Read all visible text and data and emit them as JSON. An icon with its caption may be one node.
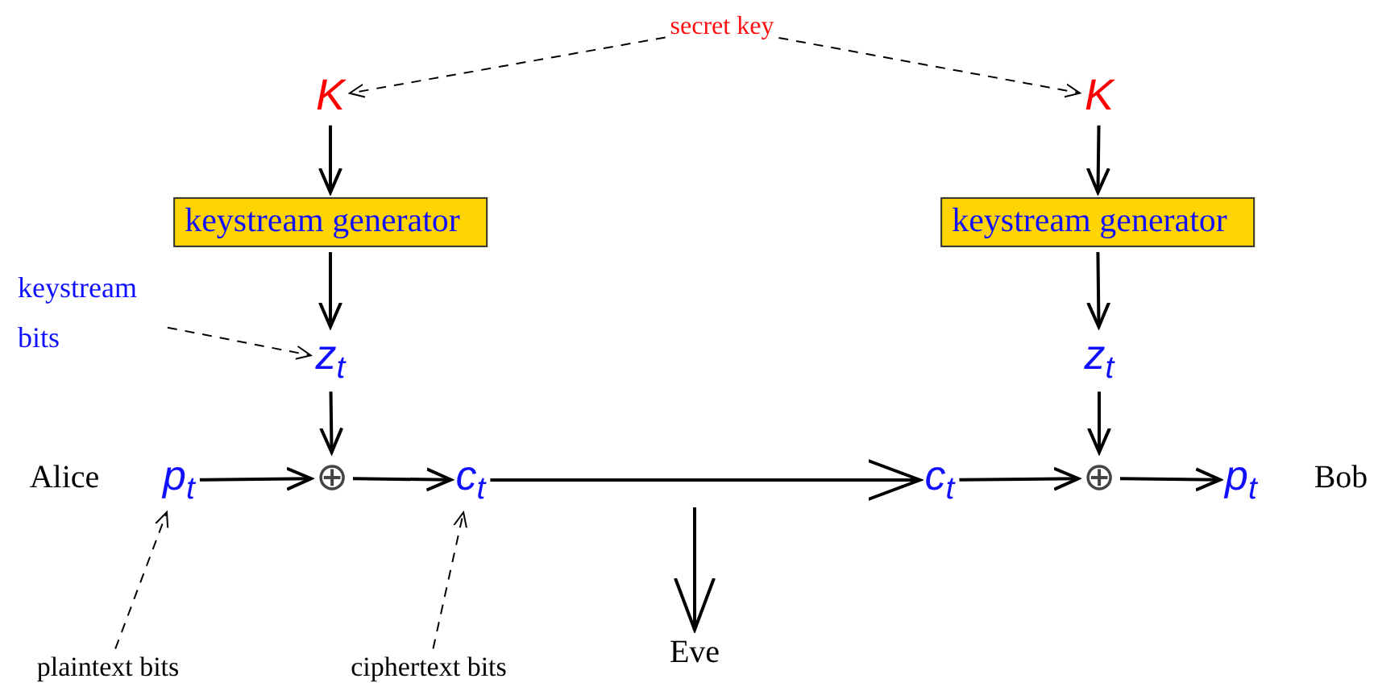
{
  "diagram": {
    "nodes": [
      {
        "text": [
          "secret key"
        ]
      },
      {
        "text": [
          "K"
        ]
      },
      {
        "text": [
          "K"
        ]
      },
      {
        "text": [
          "keystream generator"
        ]
      },
      {
        "text": [
          "keystream generator"
        ]
      },
      {
        "text": [
          "keystream bits"
        ]
      },
      {
        "text": [
          "z$_{t}$"
        ]
      },
      {
        "text": [
          "z$_{t}$"
        ]
      },
      {
        "text": [
          "p$_{t}$"
        ]
      },
      {
        "text": [
          "⊕"
        ]
      },
      {
        "text": [
          "c$_{t}$"
        ]
      },
      {
        "text": [
          "c$_{t}$"
        ]
      },
      {
        "text": [
          "⊕"
        ]
      },
      {
        "text": [
          "p$_{t}$"
        ]
      },
      {
        "text": [
          "plaintext bits"
        ]
      },
      {
        "text": [
          "ciphertext bits"
        ]
      },
      {
        "text": [
          "Eve"
        ]
      }
    ],
    "edges": [
      {
        "from": 0,
        "to": 1,
        "arrow": "to",
        "style": "dashed"
      },
      {
        "from": 0,
        "to": 2,
        "arrow": "to",
        "style": "dashed"
      },
      {
        "from": 1,
        "to": 3,
        "arrow": "to"
      },
      {
        "from": 2,
        "to": 4,
        "arrow": "to"
      },
      {
        "from": 3,
        "to": 6,
        "arrow": "to"
      },
      {
        "from": 4,
        "to": 7,
        "arrow": "to"
      },
      {
        "from": 5,
        "to": 6,
        "arrow": "to",
        "style": "dashed"
      },
      {
        "from": 6,
        "to": 9,
        "arrow": "to"
      },
      {
        "from": 7,
        "to": 12,
        "arrow": "to"
      },
      {
        "from": 8,
        "to": 9,
        "arrow": "to"
      },
      {
        "from": 9,
        "to": 10,
        "arrow": "to"
      },
      {
        "from": 10,
        "to": 11,
        "arrow": "to"
      },
      {
        "from": 11,
        "to": 12,
        "arrow": "to"
      },
      {
        "from": 12,
        "to": 13,
        "arrow": "to"
      },
      {
        "from": 14,
        "to": 8,
        "arrow": "to",
        "style": "dashed"
      },
      {
        "from": 15,
        "to": 10,
        "arrow": "to",
        "style": "dashed"
      },
      {
        "from": null,
        "to": 16,
        "arrow": "to"
      }
    ],
    "labels": [
      "Alice",
      "Bob"
    ]
  }
}
